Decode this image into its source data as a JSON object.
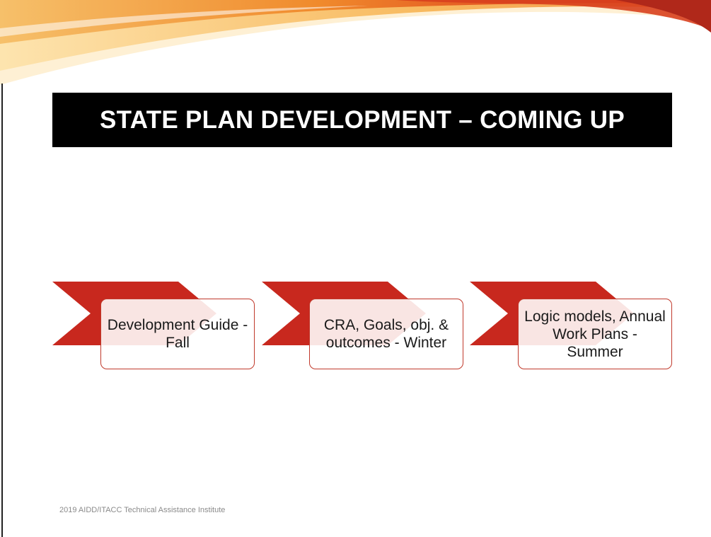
{
  "slide": {
    "title": "STATE PLAN DEVELOPMENT – COMING UP",
    "footer": "2019 AIDD/ITACC Technical Assistance Institute"
  },
  "process_steps": [
    {
      "label": "Development Guide - Fall"
    },
    {
      "label": "CRA, Goals, obj. & outcomes - Winter"
    },
    {
      "label": "Logic models, Annual Work Plans - Summer"
    }
  ],
  "colors": {
    "chevron_red": "#c8281e",
    "title_bg": "#000000",
    "title_text": "#ffffff",
    "swoosh_orange": "#f2a23a",
    "swoosh_red": "#d63a1f"
  }
}
